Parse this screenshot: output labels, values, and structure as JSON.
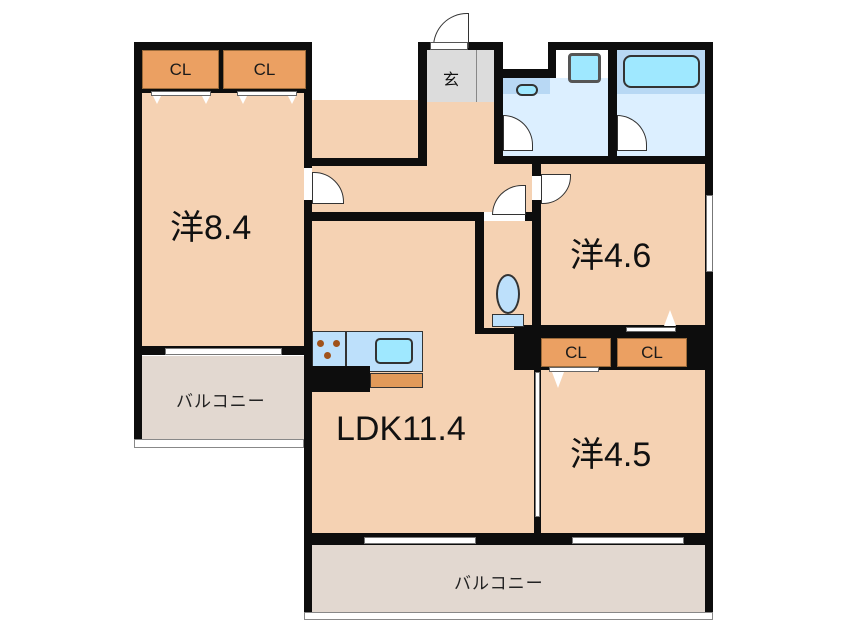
{
  "floorplan": {
    "rooms": {
      "western_8_4": {
        "label": "洋8.4"
      },
      "western_4_6": {
        "label": "洋4.6"
      },
      "western_4_5": {
        "label": "洋4.5"
      },
      "ldk": {
        "label": "LDK11.4"
      },
      "entrance": {
        "label": "玄"
      }
    },
    "closets": [
      {
        "label": "CL"
      },
      {
        "label": "CL"
      },
      {
        "label": "CL"
      },
      {
        "label": "CL"
      }
    ],
    "balconies": [
      {
        "label": "バルコニー"
      },
      {
        "label": "バルコニー"
      }
    ],
    "colors": {
      "room": "#f5d2b3",
      "closet": "#eba062",
      "wet_area": "#dcefff",
      "balcony": "#e2d8d0",
      "entrance": "#dcdcdc",
      "wall": "#0d0d0d"
    }
  }
}
